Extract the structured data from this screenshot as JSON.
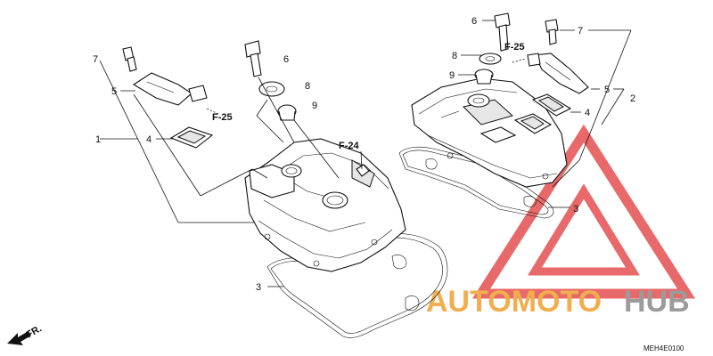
{
  "callouts": {
    "left": {
      "n1": "1",
      "n4": "4",
      "n5": "5",
      "n7": "7",
      "n6": "6",
      "n8": "8",
      "n9": "9",
      "n3": "3"
    },
    "right": {
      "n6": "6",
      "n7": "7",
      "n8": "8",
      "n9": "9",
      "n5": "5",
      "n2": "2",
      "n4": "4",
      "n3": "3"
    }
  },
  "refs": {
    "f25_left": "F-25",
    "f25_right": "F-25",
    "f24": "F-24"
  },
  "direction": "FR.",
  "diagram_code": "MEH4E0100",
  "watermark": {
    "brand_orange": "AUTOMOTO",
    "brand_gray": "HUB",
    "colors": {
      "orange": "#f0a030",
      "gray": "#808080",
      "triangle": "#e03030"
    }
  }
}
